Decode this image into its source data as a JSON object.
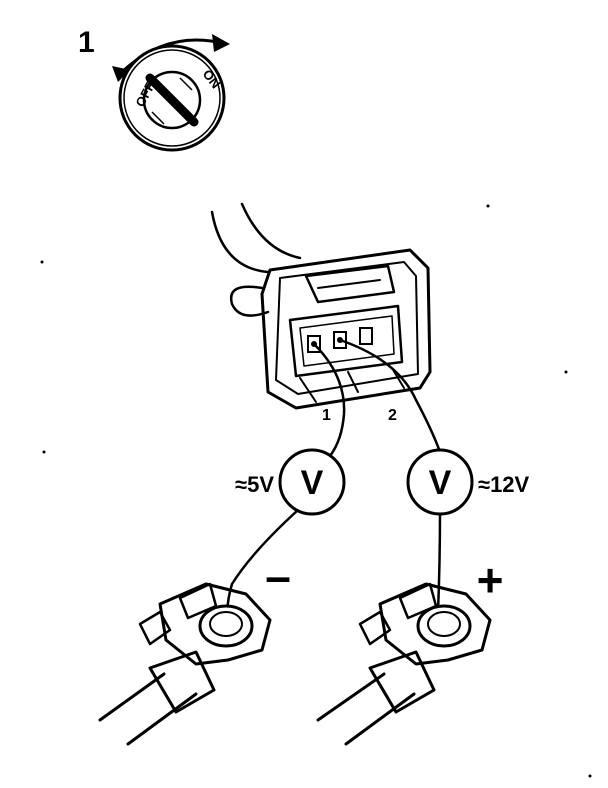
{
  "step": {
    "number": "1"
  },
  "ignition": {
    "off_label": "OFF",
    "on_label": "ON"
  },
  "connector": {
    "pin1_label": "1",
    "pin2_label": "2"
  },
  "meters": [
    {
      "symbol": "V",
      "reading": "≈5V"
    },
    {
      "symbol": "V",
      "reading": "≈12V"
    }
  ],
  "battery": {
    "negative": "–",
    "positive": "+"
  },
  "colors": {
    "ink": "#000000",
    "paper": "#ffffff"
  }
}
